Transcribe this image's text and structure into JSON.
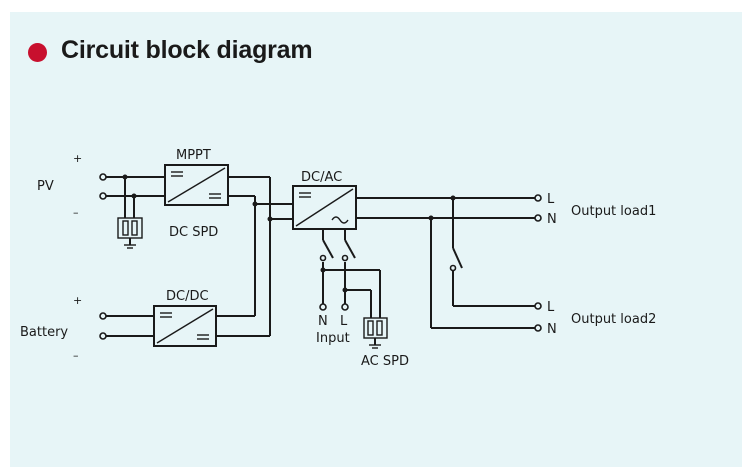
{
  "title": "Circuit block diagram",
  "colors": {
    "accent": "#c8102e",
    "panel": "#e7f5f7",
    "line": "#1a1a1a"
  },
  "labels": {
    "pv": "PV",
    "battery": "Battery",
    "plus": "+",
    "minus": "–",
    "mppt": "MPPT",
    "dcdc": "DC/DC",
    "dcac": "DC/AC",
    "dc_spd": "DC SPD",
    "ac_spd": "AC SPD",
    "input": "Input",
    "n": "N",
    "l": "L",
    "output_load1": "Output load1",
    "output_load2": "Output load2"
  }
}
